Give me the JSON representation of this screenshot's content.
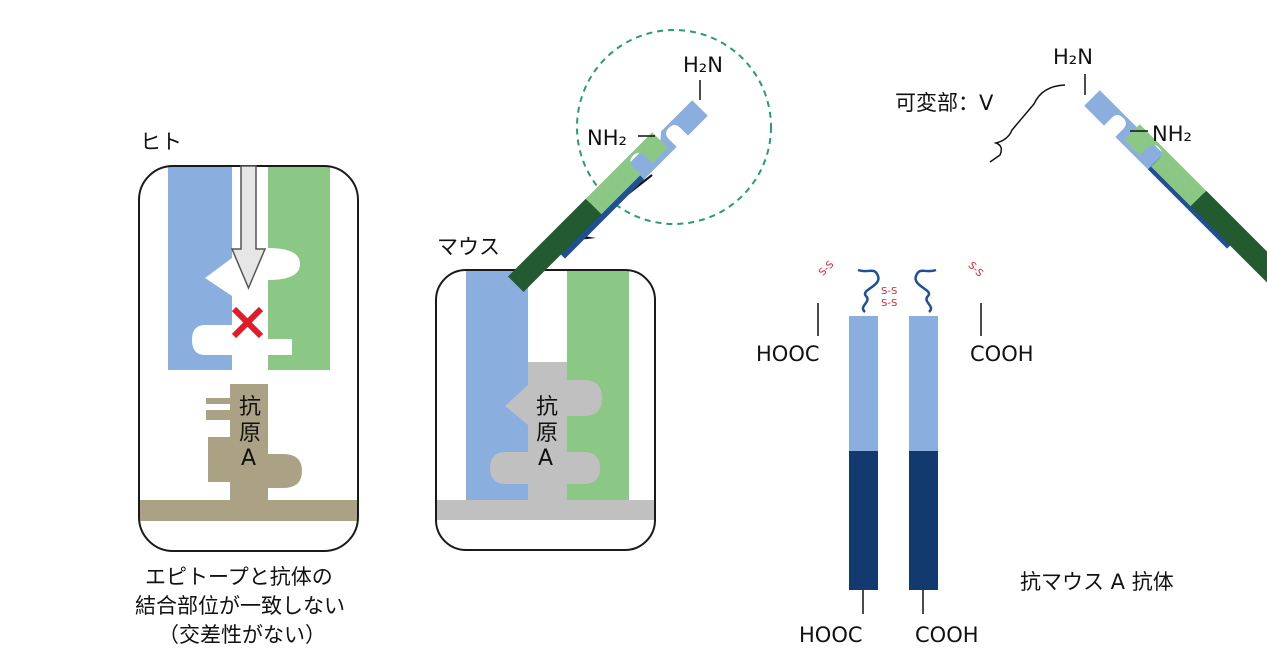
{
  "colors": {
    "heavy_light": "#8aaedd",
    "heavy_dark": "#1f4f94",
    "heavy_stem": "#123a6e",
    "light_light": "#8cc885",
    "light_dark": "#245a30",
    "antigen_human": "#aba286",
    "antigen_mouse": "#bfc0bf",
    "ss_bond": "#e02030",
    "dashed_circle": "#2a9a7a",
    "cross": "#e01b2a"
  },
  "panels": {
    "human": {
      "title": "ヒト",
      "antigen_label": [
        "抗",
        "原",
        "A"
      ],
      "caption": [
        "エピトープと抗体の",
        "結合部位が一致しない",
        "（交差性がない）"
      ]
    },
    "mouse": {
      "title": "マウス",
      "antigen_label": [
        "抗",
        "原",
        "A"
      ]
    }
  },
  "antibody": {
    "variable_region_label": "可変部：V",
    "label": "抗マウス A 抗体",
    "termini": {
      "left_arm_top": "H₂N",
      "left_arm_inner": "NH₂",
      "right_arm_top": "H₂N",
      "right_arm_inner": "NH₂",
      "left_arm_bottom": "HOOC",
      "right_arm_bottom": "COOH",
      "stem_left": "HOOC",
      "stem_right": "COOH"
    },
    "disulfide": "S-S"
  }
}
